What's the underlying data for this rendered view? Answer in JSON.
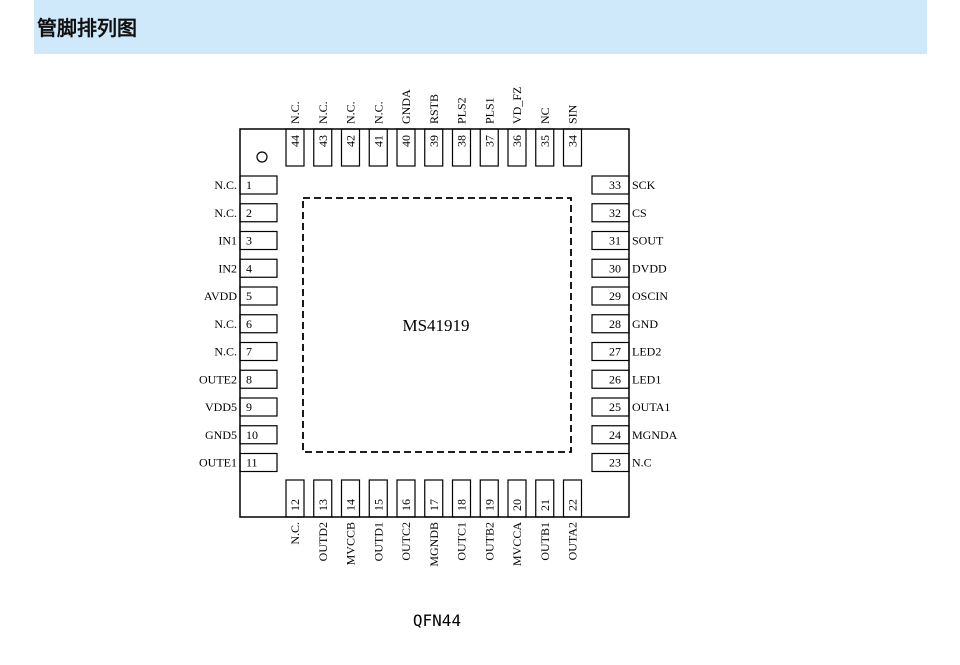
{
  "header": {
    "title": "管脚排列图"
  },
  "chip": {
    "name": "MS41919",
    "package": "QFN44"
  },
  "pins": {
    "left": [
      {
        "num": "1",
        "name": "N.C."
      },
      {
        "num": "2",
        "name": "N.C."
      },
      {
        "num": "3",
        "name": "IN1"
      },
      {
        "num": "4",
        "name": "IN2"
      },
      {
        "num": "5",
        "name": "AVDD"
      },
      {
        "num": "6",
        "name": "N.C."
      },
      {
        "num": "7",
        "name": "N.C."
      },
      {
        "num": "8",
        "name": "OUTE2"
      },
      {
        "num": "9",
        "name": "VDD5"
      },
      {
        "num": "10",
        "name": "GND5"
      },
      {
        "num": "11",
        "name": "OUTE1"
      }
    ],
    "bottom": [
      {
        "num": "12",
        "name": "N.C."
      },
      {
        "num": "13",
        "name": "OUTD2"
      },
      {
        "num": "14",
        "name": "MVCCB"
      },
      {
        "num": "15",
        "name": "OUTD1"
      },
      {
        "num": "16",
        "name": "OUTC2"
      },
      {
        "num": "17",
        "name": "MGNDB"
      },
      {
        "num": "18",
        "name": "OUTC1"
      },
      {
        "num": "19",
        "name": "OUTB2"
      },
      {
        "num": "20",
        "name": "MVCCA"
      },
      {
        "num": "21",
        "name": "OUTB1"
      },
      {
        "num": "22",
        "name": "OUTA2"
      }
    ],
    "right": [
      {
        "num": "33",
        "name": "SCK"
      },
      {
        "num": "32",
        "name": "CS"
      },
      {
        "num": "31",
        "name": "SOUT"
      },
      {
        "num": "30",
        "name": "DVDD"
      },
      {
        "num": "29",
        "name": "OSCIN"
      },
      {
        "num": "28",
        "name": "GND"
      },
      {
        "num": "27",
        "name": "LED2"
      },
      {
        "num": "26",
        "name": "LED1"
      },
      {
        "num": "25",
        "name": "OUTA1"
      },
      {
        "num": "24",
        "name": "MGNDA"
      },
      {
        "num": "23",
        "name": "N.C"
      }
    ],
    "top": [
      {
        "num": "44",
        "name": "N.C."
      },
      {
        "num": "43",
        "name": "N.C."
      },
      {
        "num": "42",
        "name": "N.C."
      },
      {
        "num": "41",
        "name": "N.C."
      },
      {
        "num": "40",
        "name": "GNDA"
      },
      {
        "num": "39",
        "name": "RSTB"
      },
      {
        "num": "38",
        "name": "PLS2"
      },
      {
        "num": "37",
        "name": "PLS1"
      },
      {
        "num": "36",
        "name": "VD_FZ"
      },
      {
        "num": "35",
        "name": "NC"
      },
      {
        "num": "34",
        "name": "SIN"
      }
    ]
  }
}
